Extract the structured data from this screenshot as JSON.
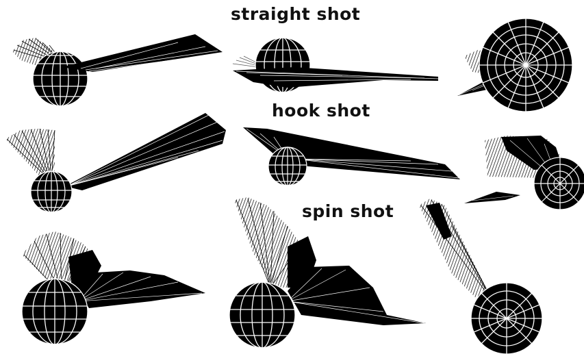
{
  "labels": {
    "straight": "straight shot",
    "hook": "hook shot",
    "spin": "spin shot"
  },
  "colors": {
    "background": "#ffffff",
    "ball_fill": "#000000",
    "wireframe": "#ffffff",
    "trail": "#000000",
    "text": "#111111"
  },
  "rows": [
    {
      "name": "straight-shot",
      "label_key": "straight",
      "views": [
        "side-view-1",
        "side-view-2",
        "top-view"
      ]
    },
    {
      "name": "hook-shot",
      "label_key": "hook",
      "views": [
        "side-view-1",
        "side-view-2",
        "top-view"
      ]
    },
    {
      "name": "spin-shot",
      "label_key": "spin",
      "views": [
        "side-view-1",
        "side-view-2",
        "top-view"
      ]
    }
  ]
}
